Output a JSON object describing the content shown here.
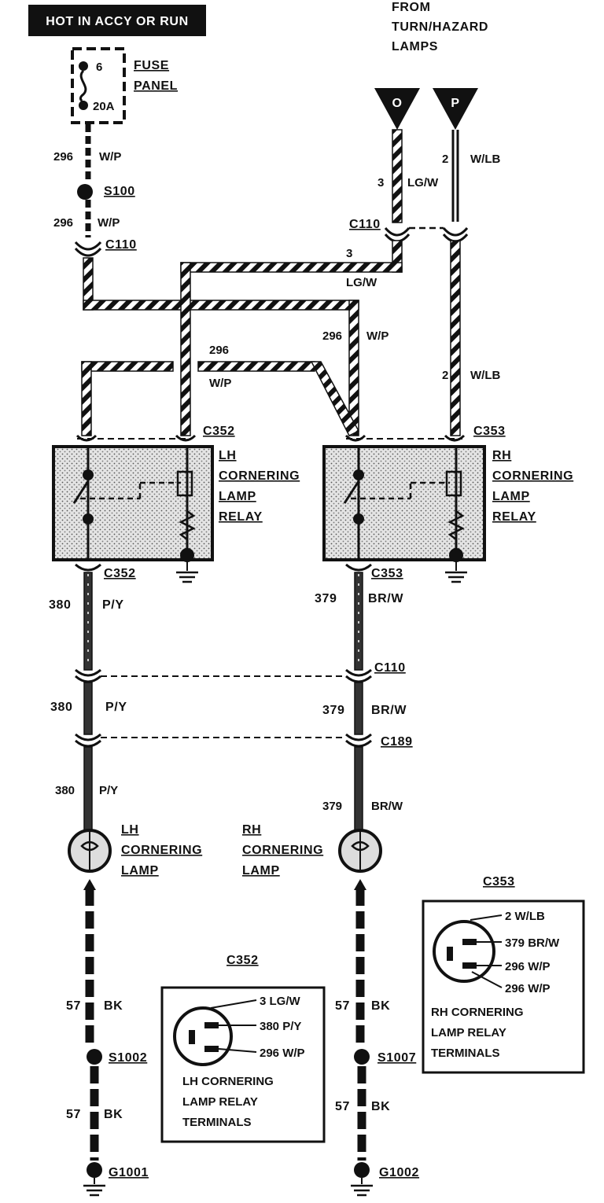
{
  "header": {
    "banner": "HOT IN ACCY OR RUN"
  },
  "source": {
    "line1": "FROM",
    "line2": "TURN/HAZARD",
    "line3": "LAMPS",
    "pin_left": "O",
    "pin_right": "P"
  },
  "fuse": {
    "number": "6",
    "rating": "20A",
    "line1": "FUSE",
    "line2": "PANEL"
  },
  "wires": {
    "w296_a": {
      "circuit": "296",
      "color": "W/P"
    },
    "w296_b": {
      "circuit": "296",
      "color": "W/P"
    },
    "w296_c": {
      "circuit": "296",
      "color": "W/P"
    },
    "w296_d": {
      "circuit": "296",
      "color": "W/P"
    },
    "w3_a": {
      "circuit": "3",
      "color": "LG/W"
    },
    "w3_b": {
      "circuit": "3",
      "color": "LG/W"
    },
    "w2_a": {
      "circuit": "2",
      "color": "W/LB"
    },
    "w2_b": {
      "circuit": "2",
      "color": "W/LB"
    },
    "w380_a": {
      "circuit": "380",
      "color": "P/Y"
    },
    "w380_b": {
      "circuit": "380",
      "color": "P/Y"
    },
    "w380_c": {
      "circuit": "380",
      "color": "P/Y"
    },
    "w379_a": {
      "circuit": "379",
      "color": "BR/W"
    },
    "w379_b": {
      "circuit": "379",
      "color": "BR/W"
    },
    "w379_c": {
      "circuit": "379",
      "color": "BR/W"
    },
    "w57_a": {
      "circuit": "57",
      "color": "BK"
    },
    "w57_b": {
      "circuit": "57",
      "color": "BK"
    },
    "w57_c": {
      "circuit": "57",
      "color": "BK"
    },
    "w57_d": {
      "circuit": "57",
      "color": "BK"
    }
  },
  "splices": {
    "s100": "S100",
    "s1002": "S1002",
    "s1007": "S1007"
  },
  "grounds": {
    "g1001": "G1001",
    "g1002": "G1002"
  },
  "connectors": {
    "c110_top_left": "C110",
    "c110_top_right": "C110",
    "c352_top": "C352",
    "c353_top": "C353",
    "c352_bottom": "C352",
    "c353_bottom": "C353",
    "c110_mid": "C110",
    "c189": "C189"
  },
  "relays": {
    "lh": {
      "line1": "LH",
      "line2": "CORNERING",
      "line3": "LAMP",
      "line4": "RELAY"
    },
    "rh": {
      "line1": "RH",
      "line2": "CORNERING",
      "line3": "LAMP",
      "line4": "RELAY"
    }
  },
  "lamps": {
    "lh": {
      "line1": "LH",
      "line2": "CORNERING",
      "line3": "LAMP"
    },
    "rh": {
      "line1": "RH",
      "line2": "CORNERING",
      "line3": "LAMP"
    }
  },
  "inset_c352": {
    "title": "C352",
    "pins": [
      "3  LG/W",
      "380  P/Y",
      "296  W/P"
    ],
    "caption1": "LH CORNERING",
    "caption2": "LAMP RELAY",
    "caption3": "TERMINALS"
  },
  "inset_c353": {
    "title": "C353",
    "pins": [
      "2  W/LB",
      "379  BR/W",
      "296  W/P",
      "296  W/P"
    ],
    "caption1": "RH CORNERING",
    "caption2": "LAMP RELAY",
    "caption3": "TERMINALS"
  },
  "colors": {
    "ink": "#111111",
    "paper": "#ffffff",
    "relay_fill": "#d9d9d9"
  }
}
